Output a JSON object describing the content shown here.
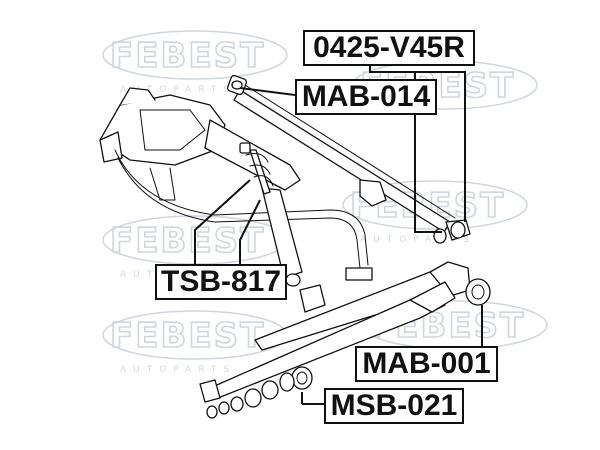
{
  "watermark": {
    "brand": "FEBEST",
    "tagline": "AUTOPARTS",
    "color": "#cfd6df"
  },
  "labels": {
    "part_0425_v45r": "0425-V45R",
    "part_mab_014": "MAB-014",
    "part_tsb_817": "TSB-817",
    "part_mab_001": "MAB-001",
    "part_msb_021": "MSB-021"
  },
  "colors": {
    "line": "#111111",
    "background": "#ffffff"
  }
}
